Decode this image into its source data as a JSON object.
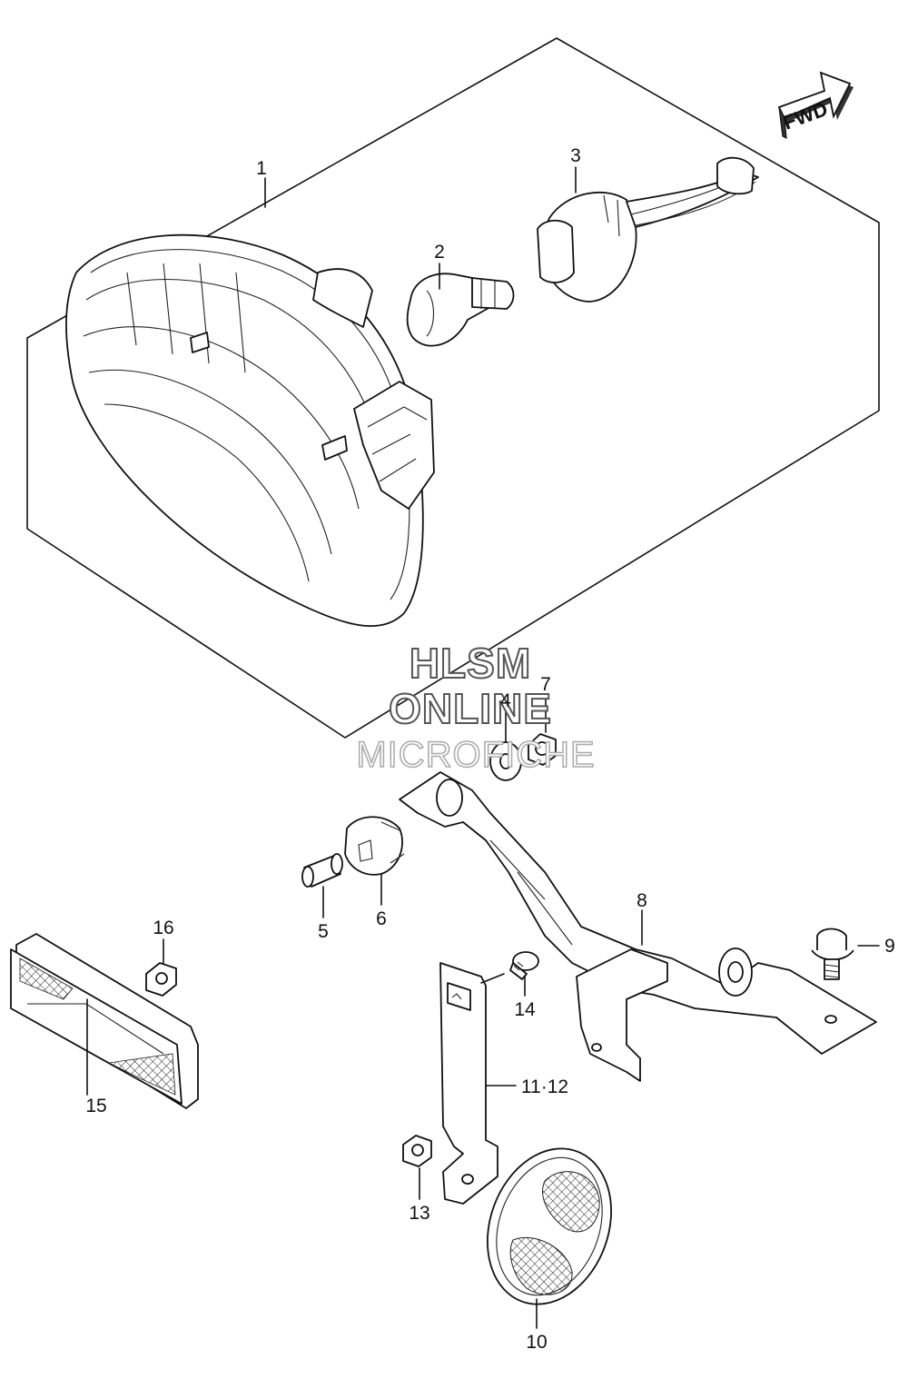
{
  "diagram": {
    "fwd_label": "FWD",
    "watermark": [
      "HLSM",
      "ONLINE",
      "MICROFICHE"
    ],
    "callouts": [
      {
        "id": "c1",
        "label": "1"
      },
      {
        "id": "c2",
        "label": "2"
      },
      {
        "id": "c3",
        "label": "3"
      },
      {
        "id": "c4",
        "label": "4"
      },
      {
        "id": "c5",
        "label": "5"
      },
      {
        "id": "c6",
        "label": "6"
      },
      {
        "id": "c7",
        "label": "7"
      },
      {
        "id": "c8",
        "label": "8"
      },
      {
        "id": "c9",
        "label": "9"
      },
      {
        "id": "c10",
        "label": "10"
      },
      {
        "id": "c11",
        "label": "11·12"
      },
      {
        "id": "c13",
        "label": "13"
      },
      {
        "id": "c14",
        "label": "14"
      },
      {
        "id": "c15",
        "label": "15"
      },
      {
        "id": "c16",
        "label": "16"
      }
    ]
  }
}
